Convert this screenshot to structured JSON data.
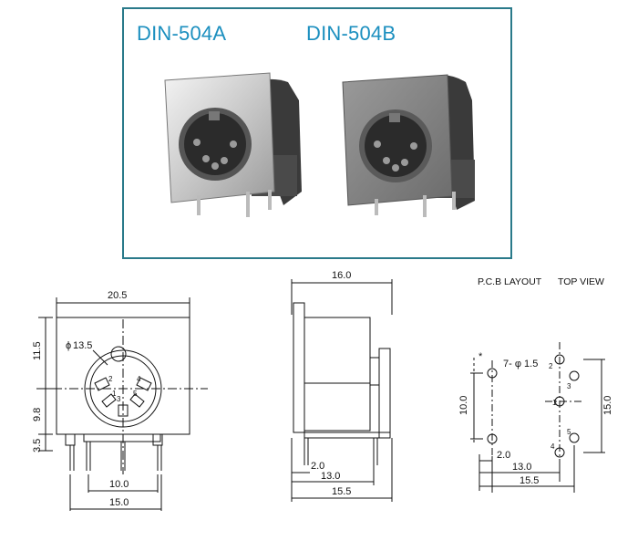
{
  "photos": {
    "model_a": "DIN-504A",
    "model_b": "DIN-504B"
  },
  "front_view": {
    "width": "20.5",
    "height_upper": "11.5",
    "height_mid": "9.8",
    "pin_length": "3.5",
    "hole_dia": "13.5",
    "pin_span_inner": "10.0",
    "pin_span_outer": "15.0",
    "pin_labels": [
      "2",
      "1",
      "3",
      "4",
      "5"
    ]
  },
  "side_view": {
    "depth": "16.0",
    "pin_offset": "2.0",
    "pin_span": "13.0",
    "total": "15.5"
  },
  "pcb_layout": {
    "title": "P.C.B LAYOUT",
    "subtitle": "TOP VIEW",
    "holes": "7- φ 1.5",
    "star": "*",
    "height_left": "10.0",
    "height_right": "15.0",
    "offset": "2.0",
    "span": "13.0",
    "total": "15.5",
    "pin_labels": [
      "2",
      "3",
      "1",
      "5",
      "4"
    ]
  }
}
